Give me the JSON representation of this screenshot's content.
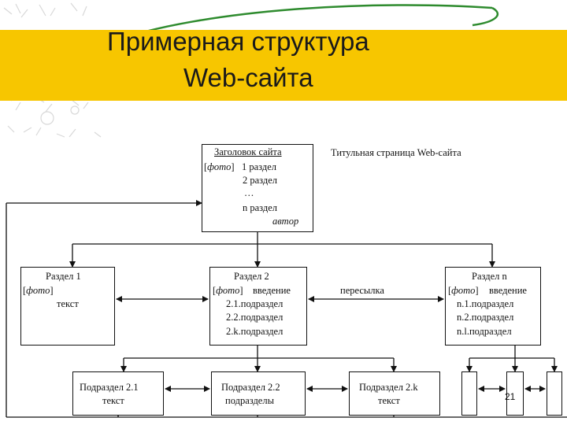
{
  "slide": {
    "title_line1": "Примерная структура",
    "title_line2": "Web-сайта",
    "page_number": "21"
  },
  "diagram": {
    "title_page_caption": "Титульная страница Web-сайта",
    "crosslink_label": "пересылка",
    "home": {
      "heading": "Заголовок сайта",
      "photo": "фото",
      "item1": "1 раздел",
      "item2": "2 раздел",
      "ellipsis": "…",
      "itemn": "n раздел",
      "author": "автор"
    },
    "section1": {
      "heading": "Раздел 1",
      "photo": "фото",
      "text": "текст"
    },
    "section2": {
      "heading": "Раздел 2",
      "photo": "фото",
      "intro": "введение",
      "sub1": "2.1.подраздел",
      "sub2": "2.2.подраздел",
      "subk": "2.k.подраздел"
    },
    "sectionn": {
      "heading": "Раздел n",
      "photo": "фото",
      "intro": "введение",
      "sub1": "n.1.подраздел",
      "sub2": "n.2.подраздел",
      "subl": "n.l.подраздел"
    },
    "sub21": {
      "heading": "Подраздел 2.1",
      "text": "текст"
    },
    "sub22": {
      "heading": "Подраздел 2.2",
      "text": "подразделы"
    },
    "sub2k": {
      "heading": "Подраздел 2.k",
      "text": "текст"
    }
  }
}
